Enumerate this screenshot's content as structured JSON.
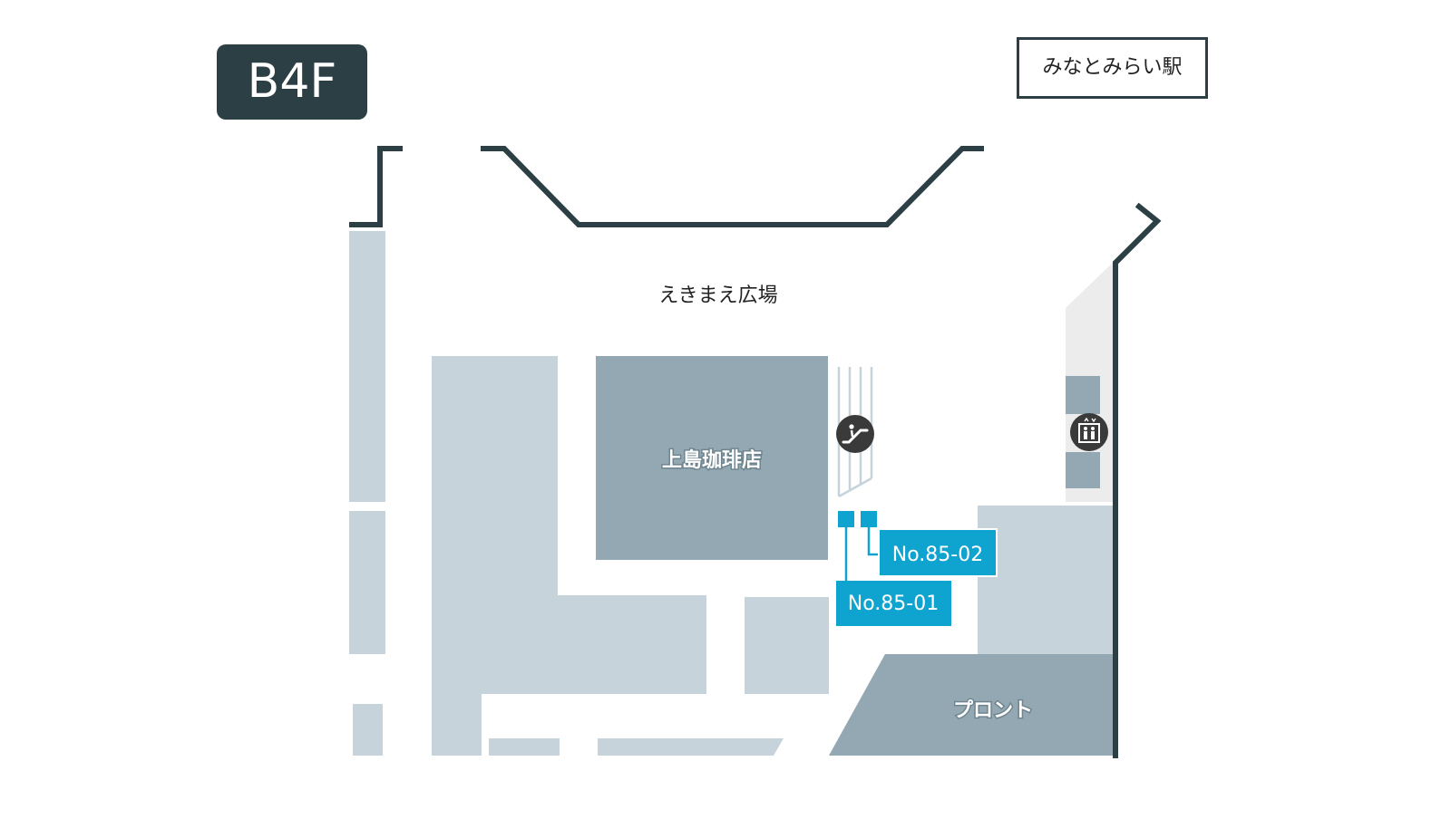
{
  "floor": "B4F",
  "station": "みなとみらい駅",
  "areas": {
    "plaza": "えきまえ広場",
    "cafe": "上島珈琲店",
    "front": "プロント"
  },
  "lockers": [
    {
      "label": "No.85-02"
    },
    {
      "label": "No.85-01"
    }
  ],
  "icons": [
    "escalator-icon",
    "elevator-icon"
  ],
  "colors": {
    "wall": "#2b3f45",
    "light_block": "#c6d3da",
    "dark_block": "#93a8b2",
    "locker": "#0fa3cf",
    "corridor": "#ececec"
  }
}
